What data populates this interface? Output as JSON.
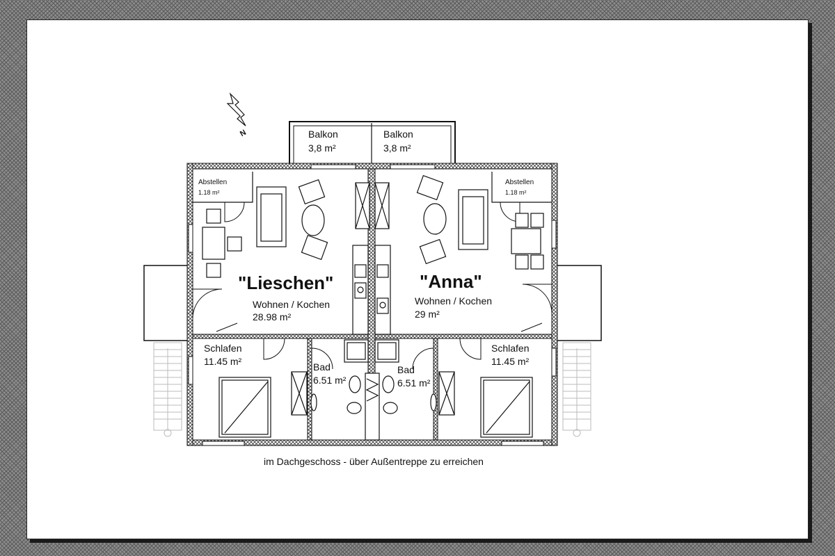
{
  "balconies": [
    {
      "name": "Balkon",
      "area": "3,8 m²"
    },
    {
      "name": "Balkon",
      "area": "3,8 m²"
    }
  ],
  "storage": [
    {
      "name": "Abstellen",
      "area": "1.18 m²"
    },
    {
      "name": "Abstellen",
      "area": "1.18 m²"
    }
  ],
  "apartments": [
    {
      "title": "\"Lieschen\"",
      "room": "Wohnen / Kochen",
      "area": "28.98 m²"
    },
    {
      "title": "\"Anna\"",
      "room": "Wohnen / Kochen",
      "area": "29 m²"
    }
  ],
  "bedrooms": [
    {
      "name": "Schlafen",
      "area": "11.45 m²"
    },
    {
      "name": "Schlafen",
      "area": "11.45 m²"
    }
  ],
  "bathrooms": [
    {
      "name": "Bad",
      "area": "6.51 m²"
    },
    {
      "name": "Bad",
      "area": "6.51 m²"
    }
  ],
  "north_label": "N",
  "caption": "im Dachgeschoss - über Außentreppe zu erreichen"
}
